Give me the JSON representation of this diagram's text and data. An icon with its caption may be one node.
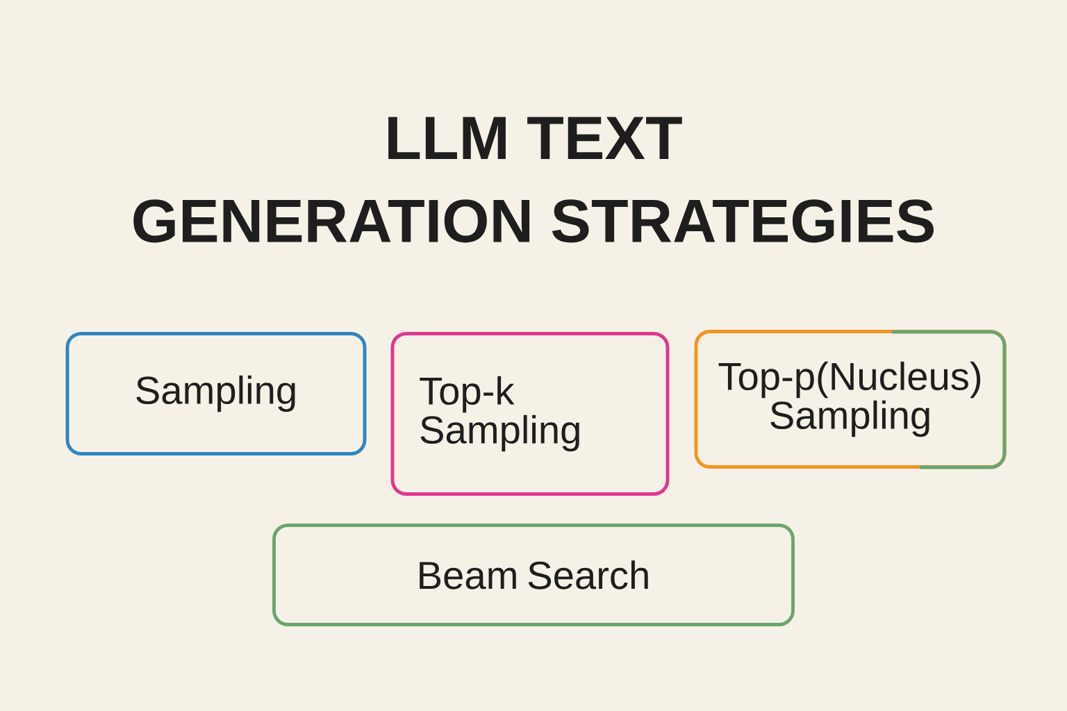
{
  "diagram": {
    "title": "LLM TEXT GENERATION STRATEGIES",
    "nodes": [
      {
        "text": [
          "Sampling"
        ]
      },
      {
        "text": [
          "Top-k Sampling"
        ]
      },
      {
        "text": [
          "Top-p(Nucleus) Sampling"
        ]
      },
      {
        "text": [
          "Beam Search"
        ]
      }
    ]
  }
}
